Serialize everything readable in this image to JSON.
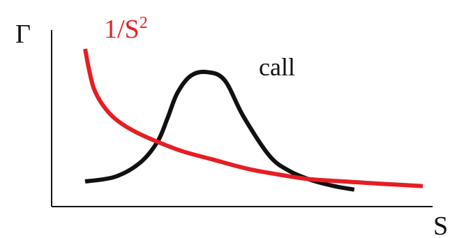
{
  "chart_data": {
    "type": "line",
    "title": "",
    "xlabel": "S",
    "ylabel": "Γ",
    "xticks": [],
    "yticks": [],
    "grid": false,
    "legend": "none",
    "series": [
      {
        "name": "call",
        "color": "#111111",
        "x": [
          0.0,
          0.24,
          0.44,
          0.58,
          0.66,
          0.74,
          0.85,
          0.98,
          1.12,
          1.27,
          1.48,
          1.64,
          1.82,
          2.0,
          2.16
        ],
        "y": [
          0.06,
          0.1,
          0.22,
          0.4,
          0.6,
          0.82,
          0.97,
          1.0,
          0.93,
          0.62,
          0.28,
          0.15,
          0.07,
          0.02,
          -0.01
        ]
      },
      {
        "name": "1/S²",
        "color": "#e61e24",
        "x": [
          0.0,
          0.03,
          0.07,
          0.14,
          0.24,
          0.38,
          0.56,
          0.78,
          1.02,
          1.3,
          1.55,
          1.8,
          2.08,
          2.38,
          2.71
        ],
        "y": [
          1.2,
          1.03,
          0.86,
          0.72,
          0.6,
          0.5,
          0.41,
          0.32,
          0.25,
          0.17,
          0.12,
          0.08,
          0.06,
          0.04,
          0.02
        ]
      }
    ],
    "annotations": [
      {
        "series": "call",
        "text": "call",
        "color": "#111111"
      },
      {
        "series": "1/S²",
        "text": "1/S",
        "superscript": "2",
        "color": "#e61e24"
      }
    ]
  }
}
